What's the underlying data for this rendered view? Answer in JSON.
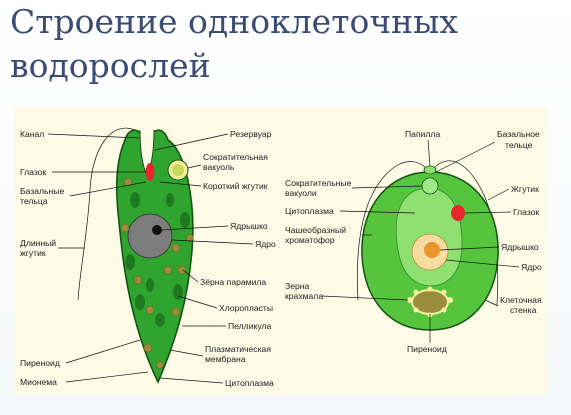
{
  "title": "Строение одноклеточных водорослей",
  "title_lines": [
    "Строение одноклеточных",
    "водорослей"
  ],
  "colors": {
    "title": "#3b4b73",
    "panel": "#fdfbe6",
    "cell_green": "#2fa52f",
    "inner_green": "#56c43c",
    "nucleus": "#7d7d7d",
    "eyespot": "#e8262b",
    "starch": "#9c8d3c"
  },
  "euglena": {
    "labels": [
      "Канал",
      "Глазок",
      "Базальные",
      "тельца",
      "Длинный",
      "жгутик",
      "Пиреноид",
      "Мионема",
      "Резервуар",
      "Сократительная",
      "вакуоль",
      "Короткий жгутик",
      "Ядрышко",
      "Ядро",
      "Зёрна парамила",
      "Хлоропласты",
      "Пелликула",
      "Плазматическая",
      "мембрана",
      "Цитоплазма"
    ]
  },
  "chlamydomonas": {
    "labels": [
      "Папилла",
      "Базальное",
      "тельце",
      "Сократительные",
      "вакуоли",
      "Цитоплазма",
      "Жгутик",
      "Глазок",
      "Чашеобразный",
      "хроматофор",
      "Ядрышко",
      "Ядро",
      "Зерна",
      "крахмала",
      "Клеточная",
      "стенка",
      "Пиреноид"
    ]
  }
}
